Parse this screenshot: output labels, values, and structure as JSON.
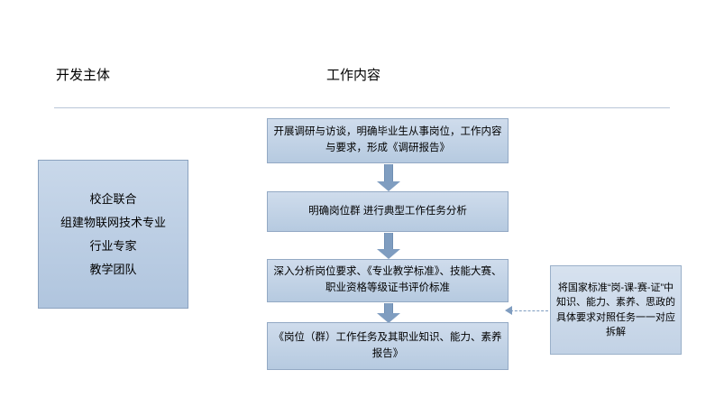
{
  "headers": {
    "left": "开发主体",
    "right": "工作内容"
  },
  "team_box": {
    "lines": [
      "校企联合",
      "组建物联网技术专业",
      "行业专家",
      "教学团队"
    ]
  },
  "steps": [
    {
      "name": "step-1",
      "text": "开展调研与访谈，明确毕业生从事岗位，工作内容与要求，形成《调研报告》"
    },
    {
      "name": "step-2",
      "text": "明确岗位群 进行典型工作任务分析"
    },
    {
      "name": "step-3",
      "text": "深入分析岗位要求、《专业教学标准》、技能大赛、职业资格等级证书评价标准"
    },
    {
      "name": "step-4",
      "text": "《岗位（群）工作任务及其职业知识、能力、素养报告》"
    }
  ],
  "note": {
    "text": "将国家标准“岗-课-赛-证”中知识、能力、素养、思政的具体要求对照任务一一对应拆解"
  },
  "colors": {
    "box_fill_top": "#cfdcec",
    "box_fill_bottom": "#b6cae0",
    "box_border": "#93a9c4",
    "arrow": "#7f9dc0",
    "rule": "#b9c6d8",
    "text": "#000000"
  }
}
